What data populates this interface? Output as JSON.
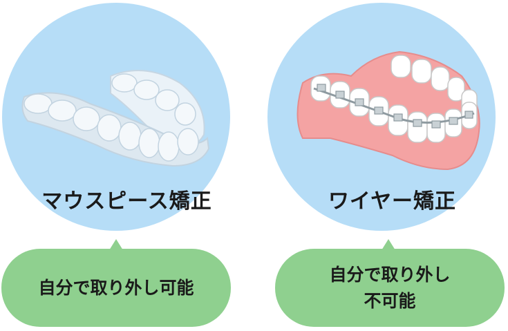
{
  "colors": {
    "circle": "#b6ddf7",
    "bubble": "#8fd08f",
    "gum": "#f4a3a3",
    "tooth": "#ffffff",
    "aligner": "#dde8f0",
    "wire": "#9aa7ad",
    "text": "#1a1a1a"
  },
  "options": [
    {
      "title": "マウスピース矯正",
      "illustration": "clear-aligner",
      "note_lines": [
        "自分で取り外し可能"
      ]
    },
    {
      "title": "ワイヤー矯正",
      "illustration": "wire-braces",
      "note_lines": [
        "自分で取り外し",
        "不可能"
      ]
    }
  ]
}
